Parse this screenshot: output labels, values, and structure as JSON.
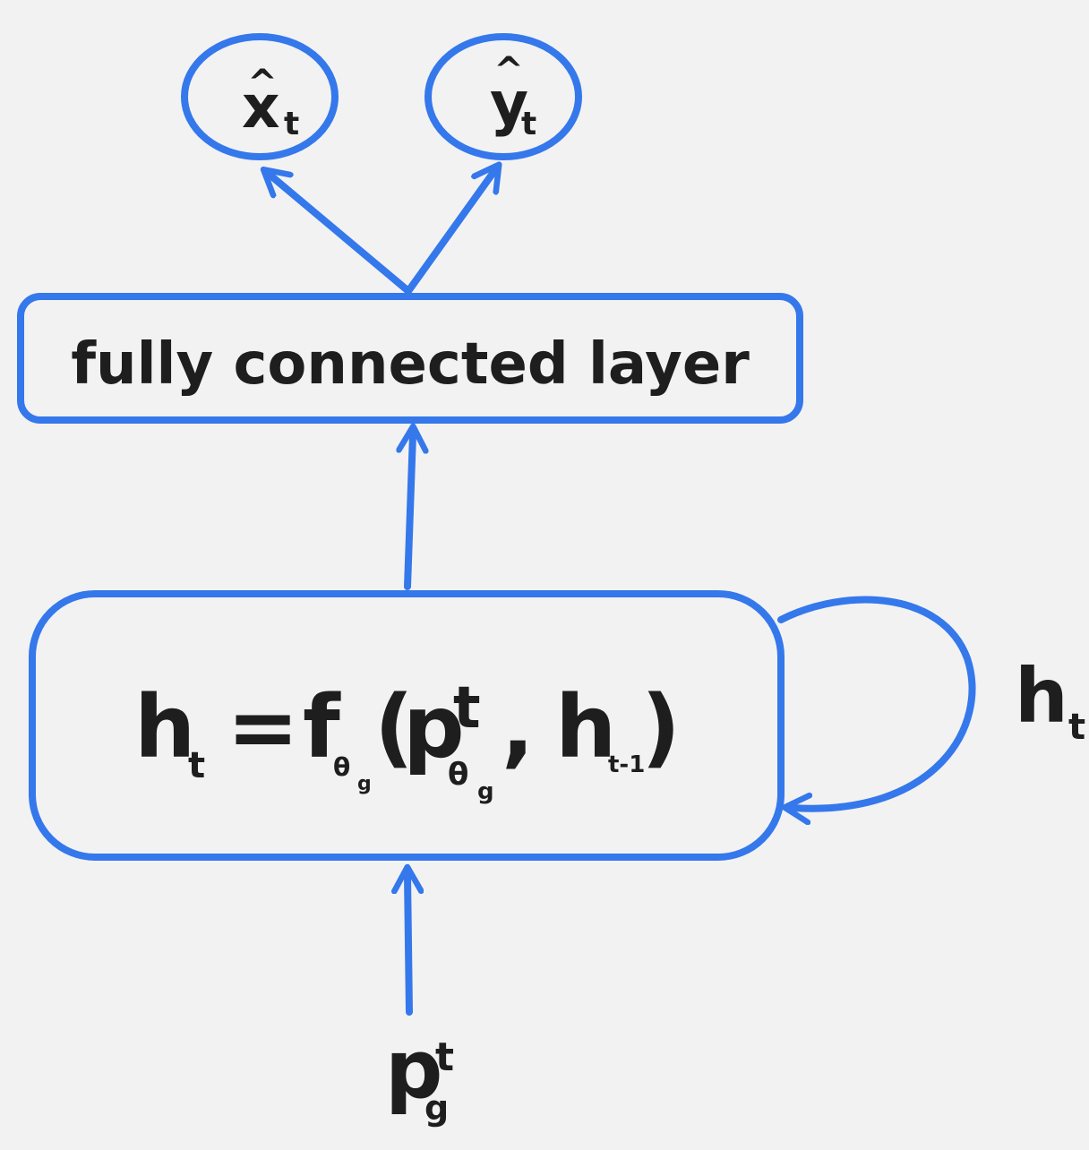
{
  "colors": {
    "stroke": "#3478eb",
    "text": "#1e1e1e",
    "background": "#f2f2f2"
  },
  "outputs": {
    "x_hat": {
      "base": "x",
      "hat": "^",
      "sub": "t"
    },
    "y_hat": {
      "base": "y",
      "hat": "^",
      "sub": "t"
    }
  },
  "fc_layer": {
    "label": "fully connected layer"
  },
  "rnn_cell": {
    "h": "h",
    "h_sub": "t",
    "equals": " = ",
    "f": "f",
    "theta": "θ",
    "theta_sub": "g",
    "open": "(",
    "p": "p",
    "p_sup": "t",
    "comma": ", ",
    "h_prev": "h",
    "h_prev_sub": "t-1",
    "close": ")"
  },
  "recurrent_label": {
    "base": "h",
    "sub": "t"
  },
  "input": {
    "base": "p",
    "sup": "t",
    "sub": "g"
  }
}
